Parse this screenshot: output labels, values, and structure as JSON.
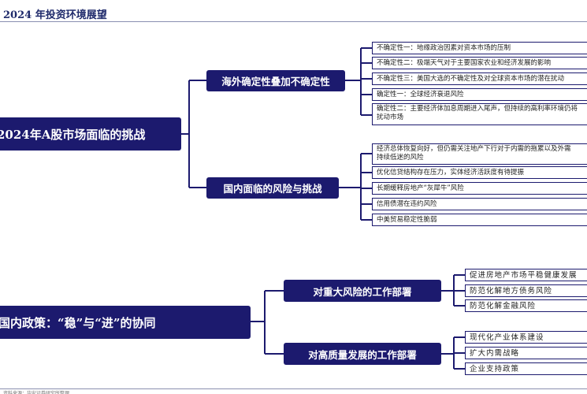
{
  "header": {
    "title": "2024 年投资环境展望"
  },
  "section1": {
    "root": "2024年A股市场面临的挑战",
    "branch_overseas": {
      "label": "海外确定性叠加不确定性",
      "items": [
        "不确定性一：地缘政治因素对资本市场的压制",
        "不确定性二：极端天气对于主要国家农业和经济发展的影响",
        "不确定性三：美国大选的不确定性及对全球资本市场的潜在扰动",
        "确定性一：全球经济衰退风险",
        "确定性二：主要经济体加息周期进入尾声，但持续的高利率环境仍将扰动市场"
      ]
    },
    "branch_domestic": {
      "label": "国内面临的风险与挑战",
      "items": [
        "经济总体恢复向好，但仍需关注地产下行对于内需的拖累以及外需持续低迷的风险",
        "优化信贷结构存在压力，实体经济活跃度有待提振",
        "长期缓释房地产“灰犀牛”风险",
        "信用债潜在违约风险",
        "中美贸易稳定性脆弱"
      ]
    }
  },
  "section2": {
    "root": "国内政策：“稳”与“进”的协同",
    "branch_risk": {
      "label": "对重大风险的工作部署",
      "items": [
        "促进房地产市场平稳健康发展",
        "防范化解地方债务风险",
        "防范化解金融风险"
      ]
    },
    "branch_quality": {
      "label": "对高质量发展的工作部署",
      "items": [
        "现代化产业体系建设",
        "扩大内需战略",
        "企业支持政策"
      ]
    }
  },
  "footer": {
    "text": "资料来源：华安证券研究所整理"
  }
}
